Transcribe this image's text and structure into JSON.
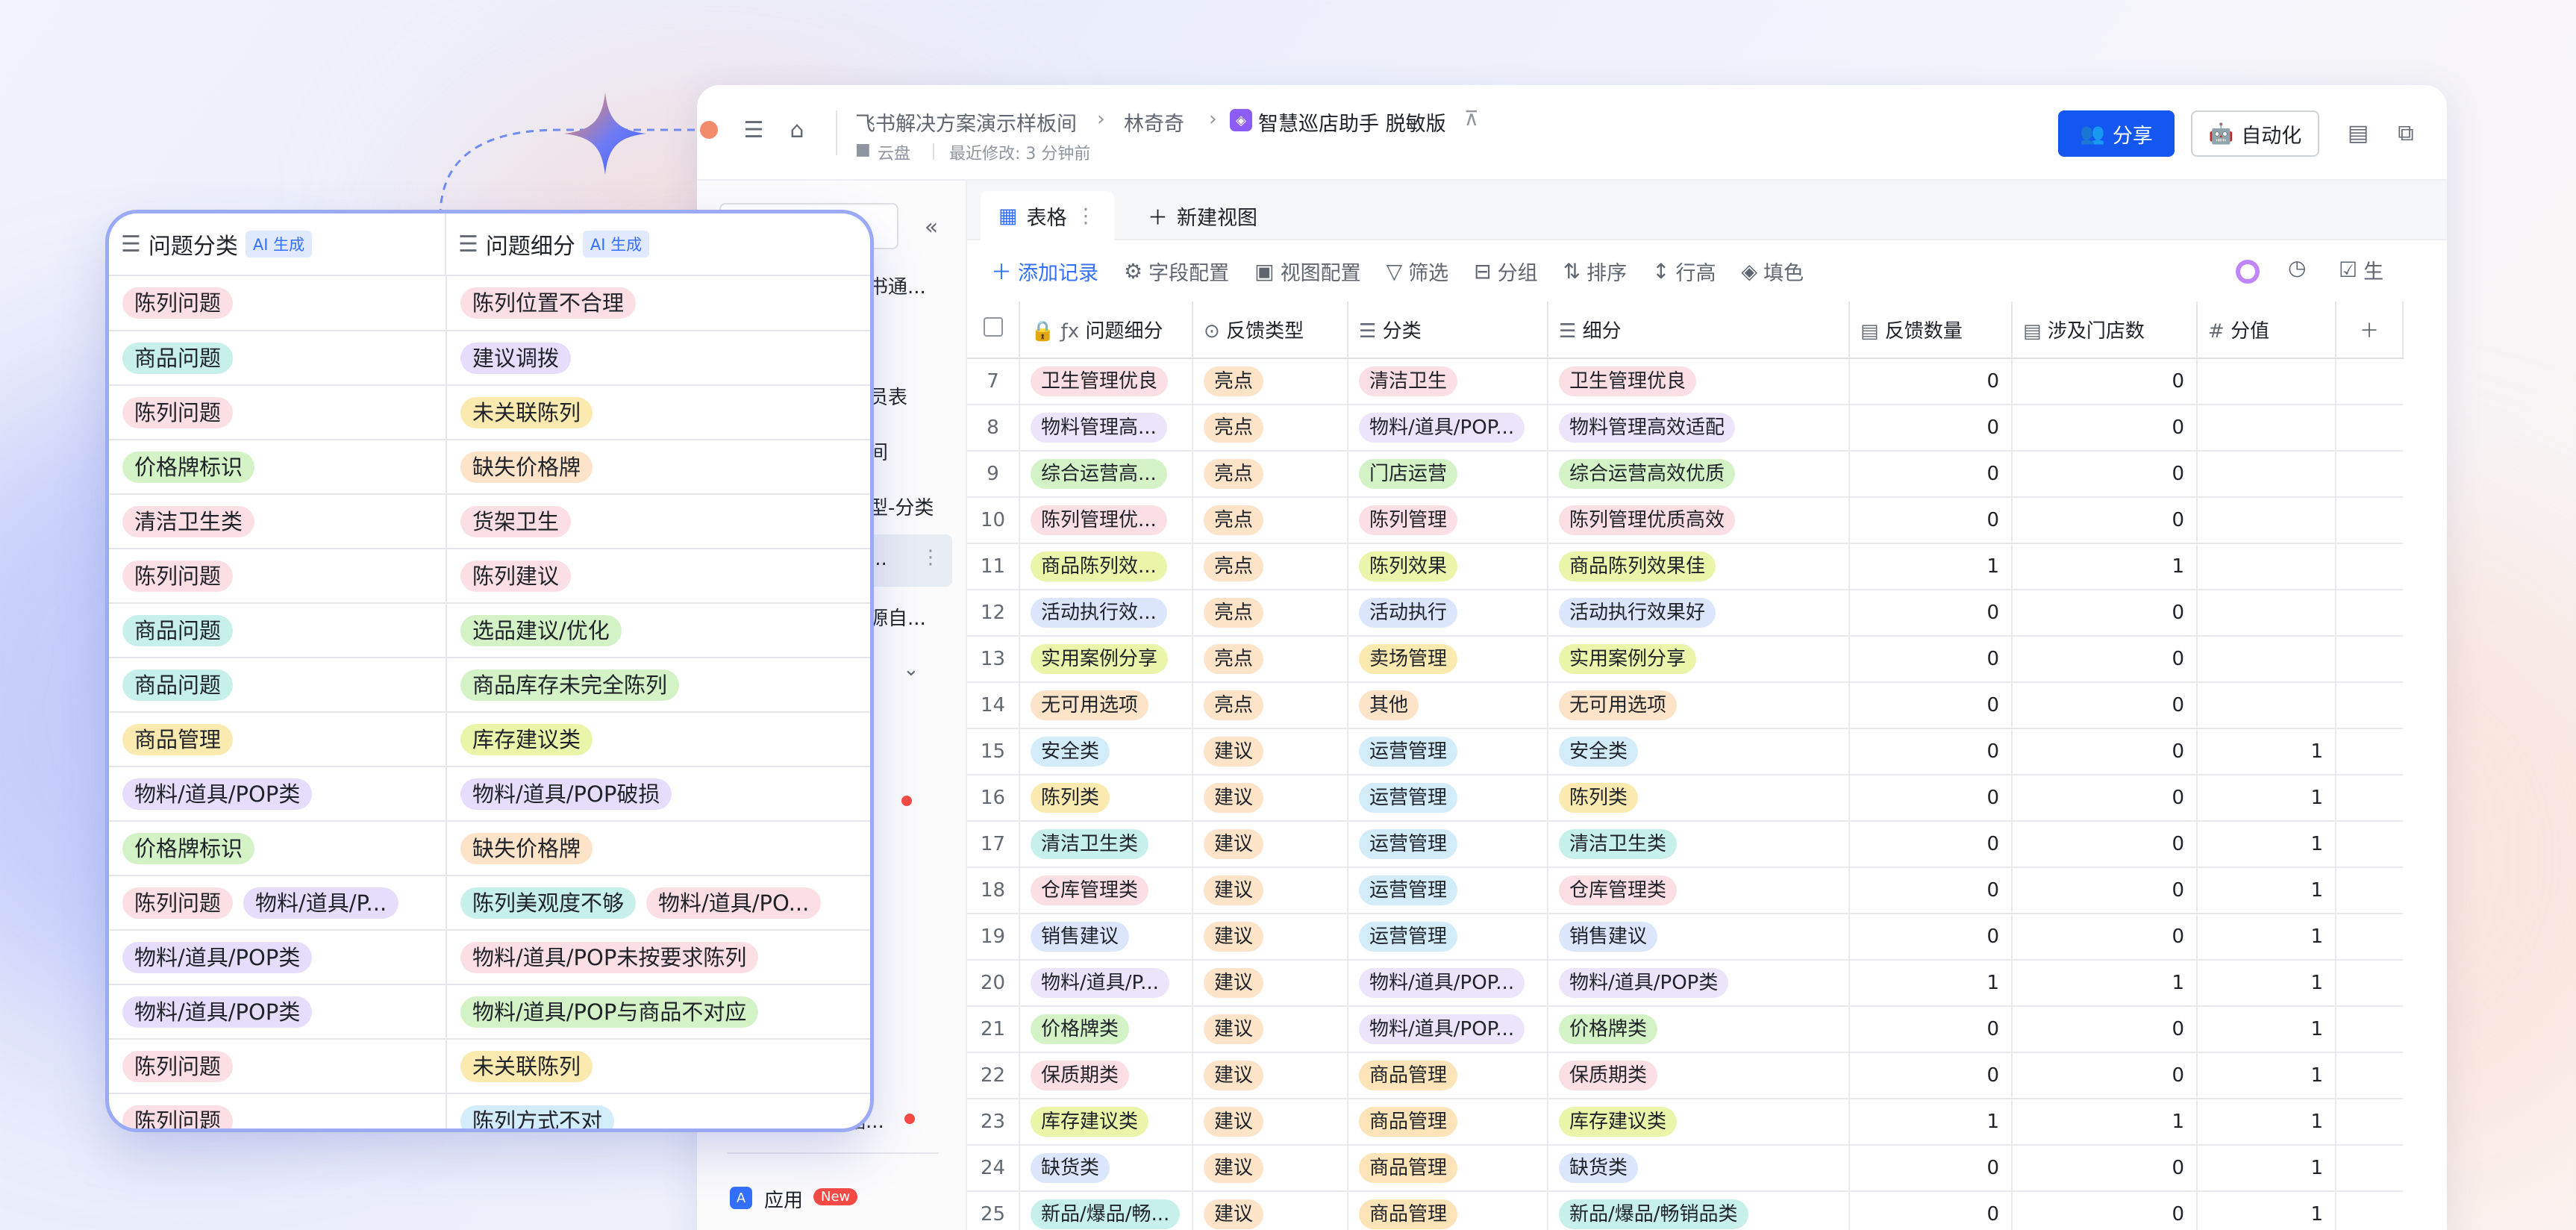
{
  "breadcrumb": {
    "workspace": "飞书解决方案演示样板间",
    "user": "林奇奇",
    "doc_title": "智慧巡店助手 脱敏版",
    "location": "云盘",
    "modified": "最近修改: 3 分钟前",
    "sep": "›"
  },
  "header": {
    "share_label": "分享",
    "automation_label": "自动化"
  },
  "sidebar": {
    "partials": [
      "书通...",
      "员表",
      "间",
      "型-分类",
      "...",
      "源自...",
      "据..."
    ],
    "app_label": "应用",
    "new_badge": "New"
  },
  "tabs": {
    "table_label": "表格",
    "new_view_label": "新建视图"
  },
  "toolbar": {
    "add_record": "添加记录",
    "field_config": "字段配置",
    "view_config": "视图配置",
    "filter": "筛选",
    "group": "分组",
    "sort": "排序",
    "row_height": "行高",
    "fill": "填色",
    "generate": "生"
  },
  "columns": [
    "问题细分",
    "反馈类型",
    "分类",
    "细分",
    "反馈数量",
    "涉及门店数",
    "分值"
  ],
  "rows": [
    {
      "no": "7",
      "a": "卫生管理优良",
      "ac": "p-pink",
      "b": "亮点",
      "c": "清洁卫生",
      "cc": "p-pink",
      "d": "卫生管理优良",
      "dc": "p-pink",
      "e": "0",
      "f": "0",
      "g": ""
    },
    {
      "no": "8",
      "a": "物料管理高...",
      "ac": "p-purple",
      "b": "亮点",
      "c": "物料/道具/POP...",
      "cc": "p-purple",
      "d": "物料管理高效适配",
      "dc": "p-purple",
      "e": "0",
      "f": "0",
      "g": ""
    },
    {
      "no": "9",
      "a": "综合运营高...",
      "ac": "p-green",
      "b": "亮点",
      "c": "门店运营",
      "cc": "p-green",
      "d": "综合运营高效优质",
      "dc": "p-green",
      "e": "0",
      "f": "0",
      "g": ""
    },
    {
      "no": "10",
      "a": "陈列管理优...",
      "ac": "p-pink",
      "b": "亮点",
      "c": "陈列管理",
      "cc": "p-pink",
      "d": "陈列管理优质高效",
      "dc": "p-pink",
      "e": "0",
      "f": "0",
      "g": ""
    },
    {
      "no": "11",
      "a": "商品陈列效...",
      "ac": "p-lime",
      "b": "亮点",
      "c": "陈列效果",
      "cc": "p-lime",
      "d": "商品陈列效果佳",
      "dc": "p-lime",
      "e": "1",
      "f": "1",
      "g": ""
    },
    {
      "no": "12",
      "a": "活动执行效...",
      "ac": "p-blue",
      "b": "亮点",
      "c": "活动执行",
      "cc": "p-blue",
      "d": "活动执行效果好",
      "dc": "p-blue",
      "e": "0",
      "f": "0",
      "g": ""
    },
    {
      "no": "13",
      "a": "实用案例分享",
      "ac": "p-lime",
      "b": "亮点",
      "c": "卖场管理",
      "cc": "p-yellow",
      "d": "实用案例分享",
      "dc": "p-lime",
      "e": "0",
      "f": "0",
      "g": ""
    },
    {
      "no": "14",
      "a": "无可用选项",
      "ac": "p-orange",
      "b": "亮点",
      "c": "其他",
      "cc": "p-orange",
      "d": "无可用选项",
      "dc": "p-orange",
      "e": "0",
      "f": "0",
      "g": ""
    },
    {
      "no": "15",
      "a": "安全类",
      "ac": "p-cyan",
      "b": "建议",
      "c": "运营管理",
      "cc": "p-cyan",
      "d": "安全类",
      "dc": "p-cyan",
      "e": "0",
      "f": "0",
      "g": "1"
    },
    {
      "no": "16",
      "a": "陈列类",
      "ac": "p-yellow",
      "b": "建议",
      "c": "运营管理",
      "cc": "p-cyan",
      "d": "陈列类",
      "dc": "p-yellow",
      "e": "0",
      "f": "0",
      "g": "1"
    },
    {
      "no": "17",
      "a": "清洁卫生类",
      "ac": "p-teal",
      "b": "建议",
      "c": "运营管理",
      "cc": "p-cyan",
      "d": "清洁卫生类",
      "dc": "p-teal",
      "e": "0",
      "f": "0",
      "g": "1"
    },
    {
      "no": "18",
      "a": "仓库管理类",
      "ac": "p-pink",
      "b": "建议",
      "c": "运营管理",
      "cc": "p-cyan",
      "d": "仓库管理类",
      "dc": "p-pink",
      "e": "0",
      "f": "0",
      "g": "1"
    },
    {
      "no": "19",
      "a": "销售建议",
      "ac": "p-blue",
      "b": "建议",
      "c": "运营管理",
      "cc": "p-cyan",
      "d": "销售建议",
      "dc": "p-blue",
      "e": "0",
      "f": "0",
      "g": "1"
    },
    {
      "no": "20",
      "a": "物料/道具/P...",
      "ac": "p-purple",
      "b": "建议",
      "c": "物料/道具/POP...",
      "cc": "p-purple",
      "d": "物料/道具/POP类",
      "dc": "p-purple",
      "e": "1",
      "f": "1",
      "g": "1"
    },
    {
      "no": "21",
      "a": "价格牌类",
      "ac": "p-green",
      "b": "建议",
      "c": "物料/道具/POP...",
      "cc": "p-purple",
      "d": "价格牌类",
      "dc": "p-green",
      "e": "0",
      "f": "0",
      "g": "1"
    },
    {
      "no": "22",
      "a": "保质期类",
      "ac": "p-pink",
      "b": "建议",
      "c": "商品管理",
      "cc": "p-amber",
      "d": "保质期类",
      "dc": "p-pink",
      "e": "0",
      "f": "0",
      "g": "1"
    },
    {
      "no": "23",
      "a": "库存建议类",
      "ac": "p-lime",
      "b": "建议",
      "c": "商品管理",
      "cc": "p-amber",
      "d": "库存建议类",
      "dc": "p-lime",
      "e": "1",
      "f": "1",
      "g": "1"
    },
    {
      "no": "24",
      "a": "缺货类",
      "ac": "p-blue",
      "b": "建议",
      "c": "商品管理",
      "cc": "p-amber",
      "d": "缺货类",
      "dc": "p-blue",
      "e": "0",
      "f": "0",
      "g": "1"
    },
    {
      "no": "25",
      "a": "新品/爆品/畅...",
      "ac": "p-teal",
      "b": "建议",
      "c": "商品管理",
      "cc": "p-amber",
      "d": "新品/爆品/畅销品类",
      "dc": "p-teal",
      "e": "0",
      "f": "0",
      "g": "1"
    }
  ],
  "card": {
    "col1": "问题分类",
    "col2": "问题细分",
    "ai_tag": "AI 生成",
    "rows": [
      {
        "a": [
          [
            "陈列问题",
            "p-pink"
          ]
        ],
        "b": [
          [
            "陈列位置不合理",
            "p-pink"
          ]
        ]
      },
      {
        "a": [
          [
            "商品问题",
            "p-teal"
          ]
        ],
        "b": [
          [
            "建议调拨",
            "p-violet"
          ]
        ]
      },
      {
        "a": [
          [
            "陈列问题",
            "p-pink"
          ]
        ],
        "b": [
          [
            "未关联陈列",
            "p-yellow"
          ]
        ]
      },
      {
        "a": [
          [
            "价格牌标识",
            "p-green"
          ]
        ],
        "b": [
          [
            "缺失价格牌",
            "p-orange"
          ]
        ]
      },
      {
        "a": [
          [
            "清洁卫生类",
            "p-pink"
          ]
        ],
        "b": [
          [
            "货架卫生",
            "p-pink"
          ]
        ]
      },
      {
        "a": [
          [
            "陈列问题",
            "p-pink"
          ]
        ],
        "b": [
          [
            "陈列建议",
            "p-pink"
          ]
        ]
      },
      {
        "a": [
          [
            "商品问题",
            "p-teal"
          ]
        ],
        "b": [
          [
            "选品建议/优化",
            "p-green"
          ]
        ]
      },
      {
        "a": [
          [
            "商品问题",
            "p-teal"
          ]
        ],
        "b": [
          [
            "商品库存未完全陈列",
            "p-green"
          ]
        ]
      },
      {
        "a": [
          [
            "商品管理",
            "p-yellow"
          ]
        ],
        "b": [
          [
            "库存建议类",
            "p-lime"
          ]
        ]
      },
      {
        "a": [
          [
            "物料/道具/POP类",
            "p-violet"
          ]
        ],
        "b": [
          [
            "物料/道具/POP破损",
            "p-violet"
          ]
        ]
      },
      {
        "a": [
          [
            "价格牌标识",
            "p-green"
          ]
        ],
        "b": [
          [
            "缺失价格牌",
            "p-orange"
          ]
        ]
      },
      {
        "a": [
          [
            "陈列问题",
            "p-pink"
          ],
          [
            "物料/道具/P...",
            "p-violet"
          ]
        ],
        "b": [
          [
            "陈列美观度不够",
            "p-teal"
          ],
          [
            "物料/道具/PO...",
            "p-pink"
          ]
        ]
      },
      {
        "a": [
          [
            "物料/道具/POP类",
            "p-violet"
          ]
        ],
        "b": [
          [
            "物料/道具/POP未按要求陈列",
            "p-pink"
          ]
        ]
      },
      {
        "a": [
          [
            "物料/道具/POP类",
            "p-violet"
          ]
        ],
        "b": [
          [
            "物料/道具/POP与商品不对应",
            "p-green"
          ]
        ]
      },
      {
        "a": [
          [
            "陈列问题",
            "p-pink"
          ]
        ],
        "b": [
          [
            "未关联陈列",
            "p-yellow"
          ]
        ]
      },
      {
        "a": [
          [
            "陈列问题",
            "p-pink"
          ]
        ],
        "b": [
          [
            "陈列方式不对",
            "p-cyan"
          ]
        ]
      }
    ]
  }
}
